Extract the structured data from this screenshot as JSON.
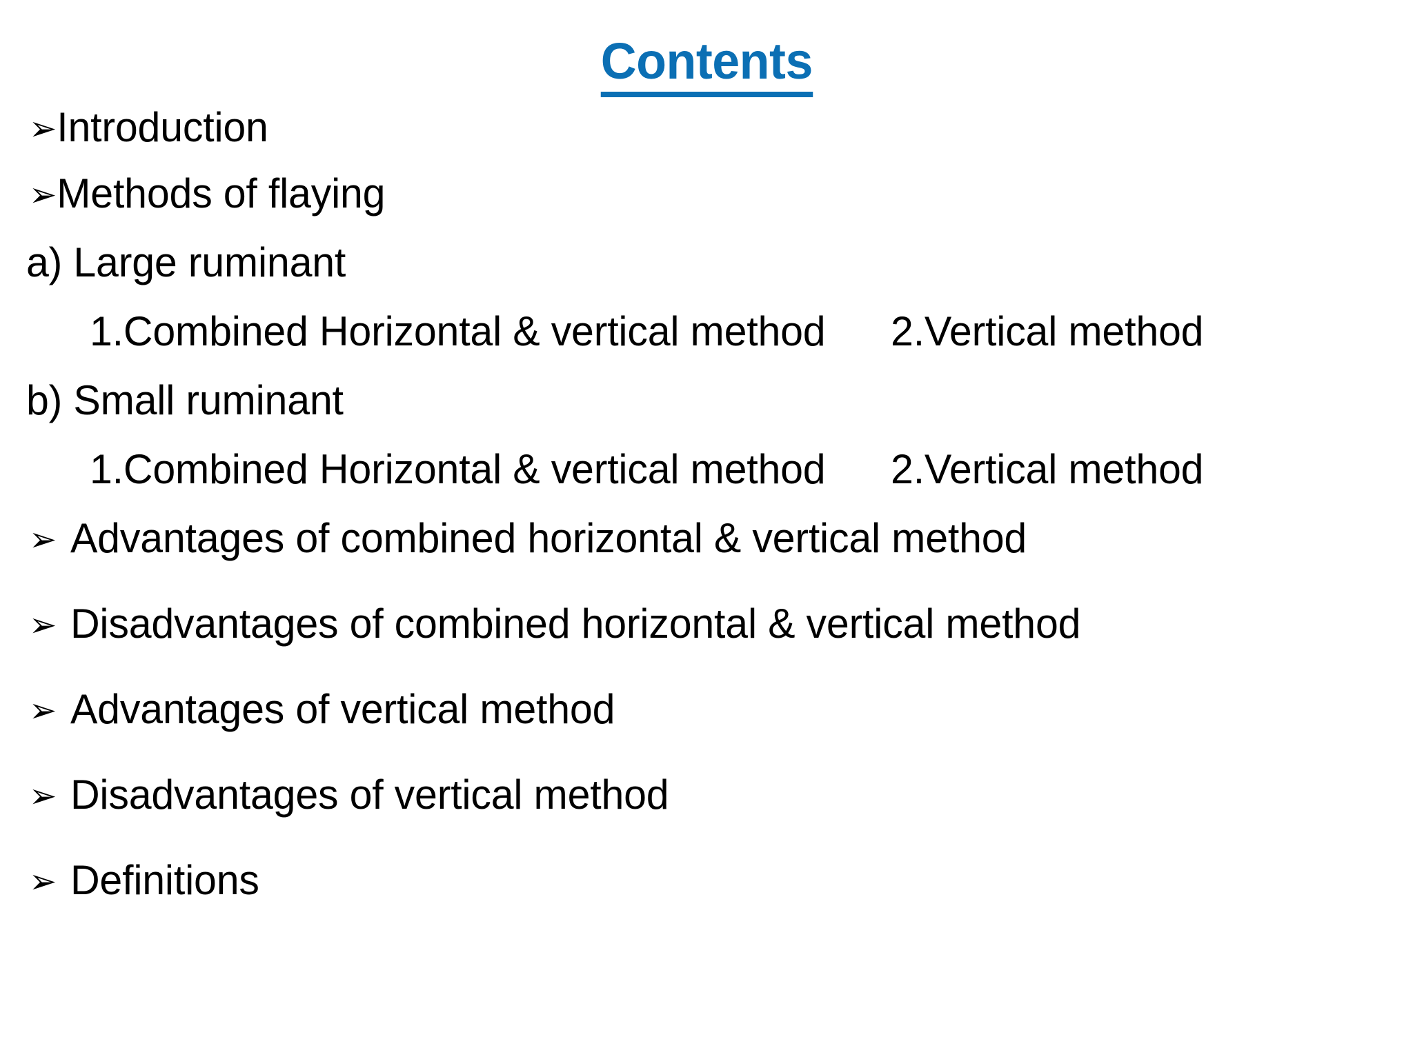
{
  "slide": {
    "background_color": "#ffffff",
    "title": {
      "text": "Contents",
      "color": "#0b6fb4",
      "bold": true,
      "underline": true,
      "align": "center"
    },
    "bullet_glyph": "➢",
    "text_color": "#000000",
    "lines": [
      {
        "id": "introduction",
        "bullet": "➢",
        "bullet_style": "tight",
        "text": "Introduction",
        "indent": "level-1"
      },
      {
        "id": "methods-of-flaying",
        "bullet": "➢",
        "bullet_style": "tight",
        "text": "Methods of flaying",
        "indent": "level-1"
      },
      {
        "id": "large-ruminant",
        "bullet": "",
        "bullet_style": "none",
        "text": "a) Large ruminant",
        "indent": "level-1"
      },
      {
        "id": "large-ruminant-methods",
        "bullet": "",
        "bullet_style": "none",
        "text": "1.Combined Horizontal & vertical method",
        "text2": "2.Vertical method",
        "indent": "level-2"
      },
      {
        "id": "small-ruminant",
        "bullet": "",
        "bullet_style": "none",
        "text": "b) Small ruminant",
        "indent": "level-1"
      },
      {
        "id": "small-ruminant-methods",
        "bullet": "",
        "bullet_style": "none",
        "text": "1.Combined Horizontal & vertical method",
        "text2": "2.Vertical method",
        "indent": "level-2"
      },
      {
        "id": "advantages-combined",
        "bullet": "➢",
        "bullet_style": "wide",
        "text": "Advantages of combined horizontal & vertical method",
        "indent": "level-1"
      },
      {
        "id": "disadvantages-combined",
        "bullet": "➢",
        "bullet_style": "wide",
        "text": "Disadvantages of combined horizontal & vertical method",
        "indent": "level-1"
      },
      {
        "id": "advantages-vertical",
        "bullet": "➢",
        "bullet_style": "wide",
        "text": "Advantages of vertical method",
        "indent": "level-1"
      },
      {
        "id": "disadvantages-vertical",
        "bullet": "➢",
        "bullet_style": "wide",
        "text": "Disadvantages of vertical method",
        "indent": "level-1"
      },
      {
        "id": "definitions",
        "bullet": "➢",
        "bullet_style": "wide",
        "text": "Definitions",
        "indent": "level-1"
      }
    ]
  }
}
